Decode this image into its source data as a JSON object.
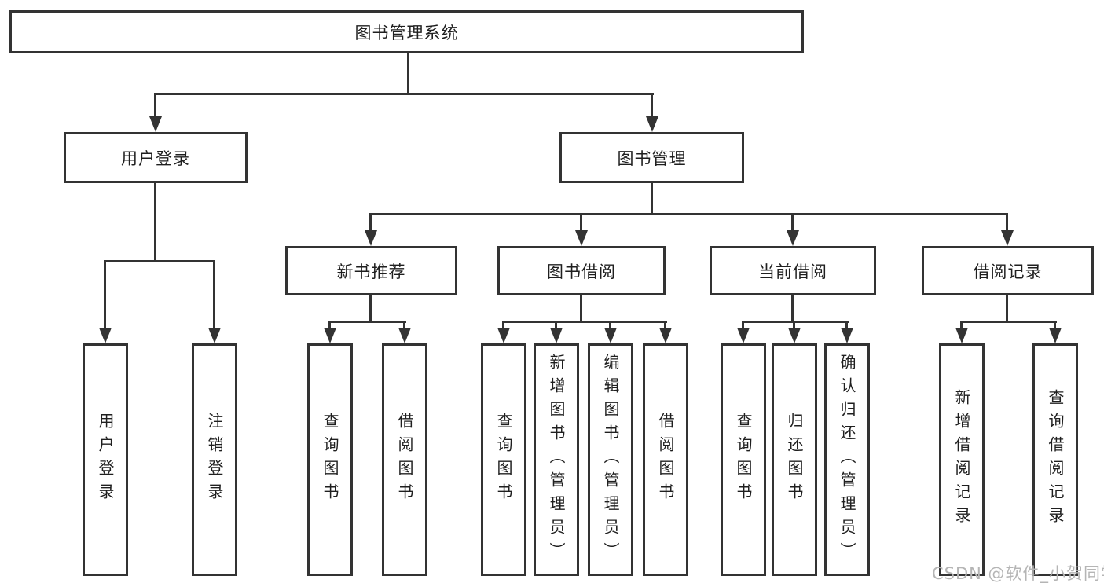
{
  "diagram": {
    "title_note": "library management system function structure diagram",
    "line_color": "#333333",
    "text_color": "#1f1f1f",
    "watermark_color": "#b5b5b5",
    "root": {
      "label": "图书管理系统"
    },
    "level2": [
      {
        "label": "用户登录"
      },
      {
        "label": "图书管理"
      }
    ],
    "level3": [
      {
        "label": "新书推荐"
      },
      {
        "label": "图书借阅"
      },
      {
        "label": "当前借阅"
      },
      {
        "label": "借阅记录"
      }
    ],
    "leaves": {
      "user": [
        "用户登录",
        "注销登录"
      ],
      "recommend": [
        "查询图书",
        "借阅图书"
      ],
      "borrow": [
        "查询图书",
        "新增图书（管理员）",
        "编辑图书（管理员）",
        "借阅图书"
      ],
      "current": [
        "查询图书",
        "归还图书",
        "确认归还（管理员）"
      ],
      "records": [
        "新增借阅记录",
        "查询借阅记录"
      ]
    },
    "watermark": "CSDN @软件_小贺同学"
  }
}
